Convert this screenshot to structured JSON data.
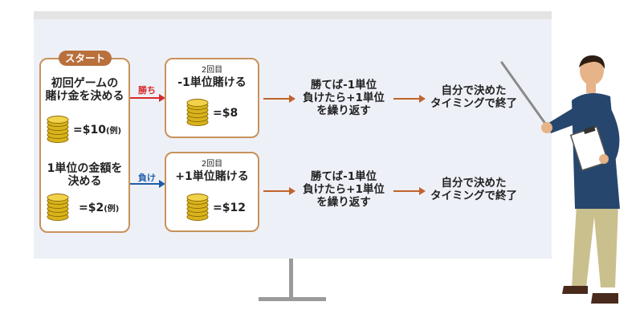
{
  "start": {
    "tag": "スタート",
    "step1_line1": "初回ゲームの",
    "step1_line2": "賭け金を決める",
    "step1_amount": "=$10",
    "step1_note": "(例)",
    "step2_line1": "1単位の金額を",
    "step2_line2": "決める",
    "step2_amount": "=$2",
    "step2_note": "(例)"
  },
  "win": {
    "label": "勝ち",
    "round": "2回目",
    "action": "-1単位賭ける",
    "amount": "=$8",
    "next_line1": "勝てば-1単位",
    "next_line2": "負けたら+1単位",
    "next_line3": "を繰り返す",
    "end_line1": "自分で決めた",
    "end_line2": "タイミングで終了"
  },
  "lose": {
    "label": "負け",
    "round": "2回目",
    "action": "+1単位賭ける",
    "amount": "=$12",
    "next_line1": "勝てば-1単位",
    "next_line2": "負けたら+1単位",
    "next_line3": "を繰り返す",
    "end_line1": "自分で決めた",
    "end_line2": "タイミングで終了"
  },
  "colors": {
    "box_border": "#c8925a",
    "tag_fill": "#b9703c",
    "win_arrow": "#d62b2b",
    "lose_arrow": "#1d5ea8",
    "flow_arrow": "#c0642c",
    "board": "#eef0f7"
  }
}
